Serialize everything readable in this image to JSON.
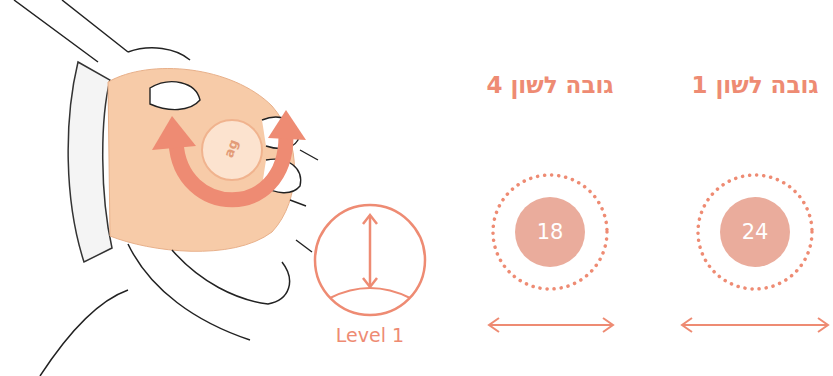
{
  "diagram": {
    "nodes": [
      {
        "text": [
          "Level 1"
        ]
      },
      {
        "text": [
          "גובה לשון 4",
          "18"
        ]
      },
      {
        "text": [
          "גובה לשון 1",
          "24"
        ]
      }
    ],
    "labels": [
      "ag"
    ]
  }
}
